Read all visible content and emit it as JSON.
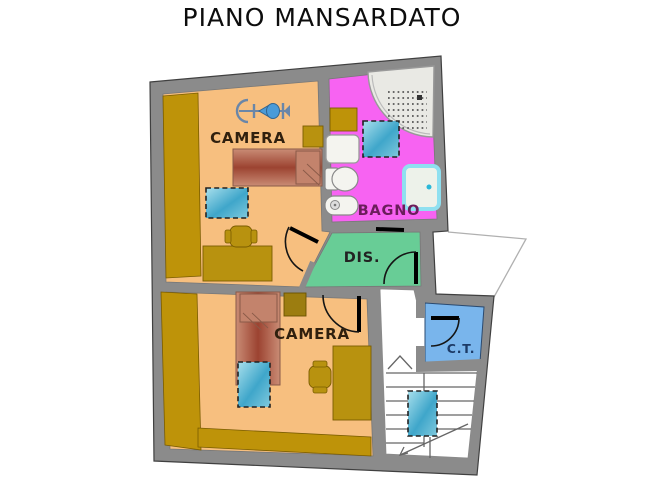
{
  "title": "PIANO MANSARDATO",
  "rooms": {
    "camera_top": {
      "label": "CAMERA"
    },
    "bagno": {
      "label": "BAGNO"
    },
    "disimpegno": {
      "label": "DIS."
    },
    "camera_bottom": {
      "label": "CAMERA"
    },
    "centrale_termica": {
      "label": "C.T."
    }
  },
  "colors": {
    "wall": "#8B8B8B",
    "camera_floor": "#F7BF7F",
    "bagno_floor": "#F763F2",
    "dis_floor": "#68CD96",
    "ct_floor": "#79B5EC",
    "wardrobe": "#BE9309",
    "furniture": "#B8920F",
    "bed": "#A34E3C",
    "skylight": "#49ACCE",
    "shower": "#E9E9E4",
    "fixture": "#F4F4EF"
  }
}
